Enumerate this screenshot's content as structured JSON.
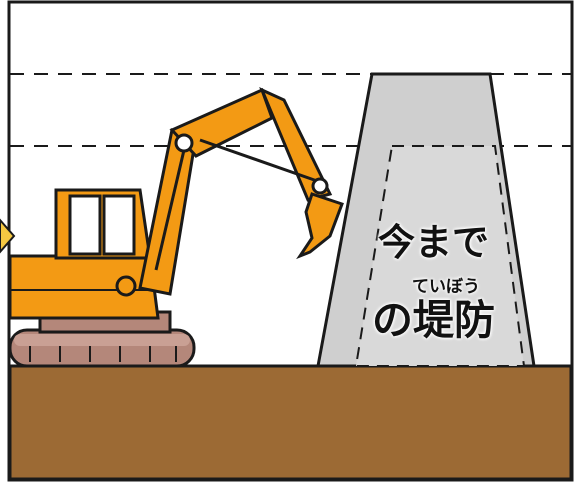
{
  "caption": {
    "line1": "今まで",
    "ruby": "ていぼう",
    "line2": "の堤防"
  },
  "colors": {
    "ground": "#9c6a34",
    "levee": "#cfcfcf",
    "excavator": "#f39a14",
    "outline": "#1a1a1a",
    "track": "#b4877a",
    "arrow": "#f5c842"
  }
}
